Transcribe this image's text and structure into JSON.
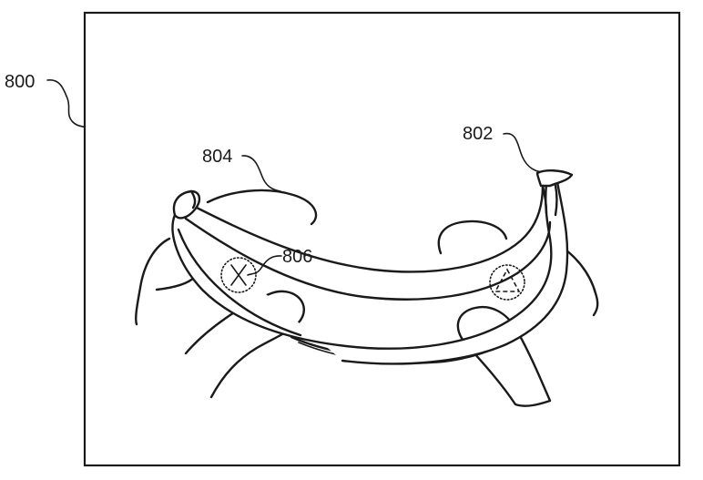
{
  "figure": {
    "labels": {
      "display": "800",
      "banana": "802",
      "banana_end": "804",
      "touch_zone": "806"
    },
    "touch_symbols": {
      "left": "cross-in-circle",
      "right": "triangle-in-circle"
    },
    "colors": {
      "ink": "#1a1a1a",
      "background": "#ffffff"
    }
  }
}
